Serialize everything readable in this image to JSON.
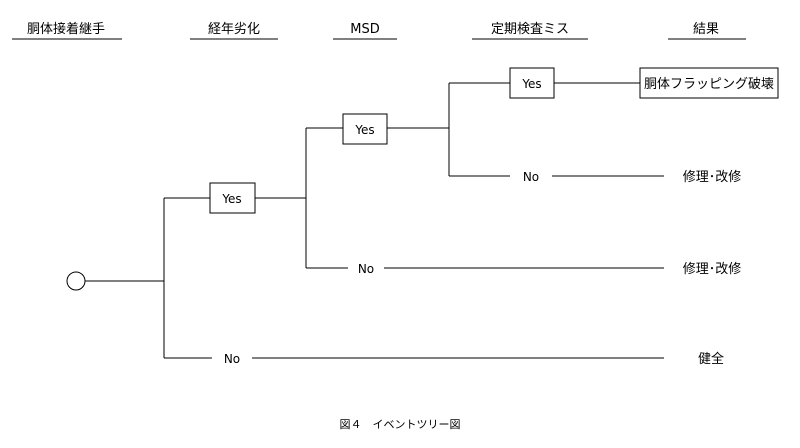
{
  "headers": {
    "initiating_event": "胴体接着継手",
    "aging": "経年劣化",
    "msd": "MSD",
    "inspection_miss": "定期検査ミス",
    "result": "結果"
  },
  "branches": {
    "aging_yes": "Yes",
    "aging_no": "No",
    "msd_yes": "Yes",
    "msd_no": "No",
    "inspection_yes": "Yes",
    "inspection_no": "No"
  },
  "outcomes": {
    "failure": "胴体フラッピング破壊",
    "repair_1": "修理･改修",
    "repair_2": "修理･改修",
    "healthy": "健全"
  },
  "caption": "図４　イベントツリー図"
}
